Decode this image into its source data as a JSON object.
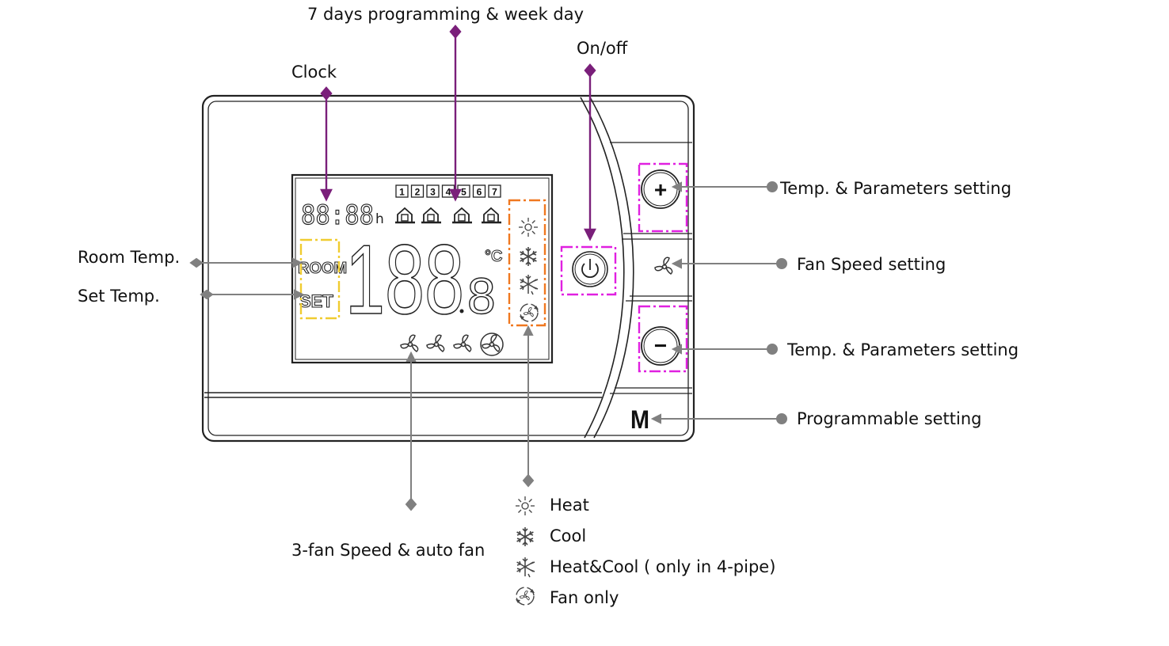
{
  "callouts": {
    "week_programming": "7 days programming & week day",
    "on_off": "On/off",
    "clock": "Clock",
    "room_temp": "Room Temp.",
    "set_temp": "Set Temp.",
    "plus_setting": "Temp. & Parameters setting",
    "fan_speed_setting": "Fan Speed setting",
    "minus_setting": "Temp. & Parameters setting",
    "programmable_setting": "Programmable setting",
    "fan_speed_auto": "3-fan Speed & auto fan"
  },
  "legend": [
    {
      "icon": "heat-icon",
      "label": "Heat"
    },
    {
      "icon": "cool-icon",
      "label": "Cool"
    },
    {
      "icon": "heat-cool-icon",
      "label": "Heat&Cool ( only in 4-pipe)"
    },
    {
      "icon": "fan-only-icon",
      "label": "Fan only"
    }
  ],
  "lcd": {
    "clock_digits": "88:88",
    "clock_unit": "h",
    "weekdays": [
      "1",
      "2",
      "3",
      "4",
      "5",
      "6",
      "7"
    ],
    "room_label": "ROOM",
    "set_label": "SET",
    "temp_digits": "188",
    "temp_decimal": "8",
    "temp_unit": "°C"
  },
  "buttons": {
    "plus": "+",
    "minus": "−",
    "mode": "M"
  },
  "colors": {
    "purple_pointer": "#7a1f7a",
    "gray_pointer": "#808080",
    "magenta_box": "#e020e0",
    "orange_box": "#f07820",
    "yellow_box": "#f0cc30"
  }
}
